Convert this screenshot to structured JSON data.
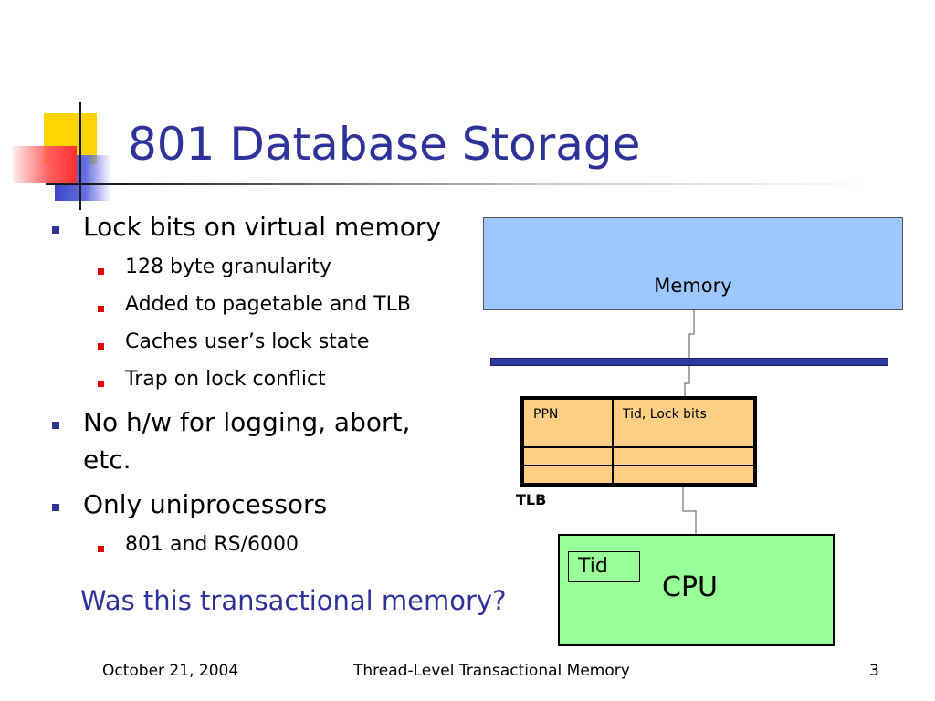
{
  "slide": {
    "title": "801 Database Storage",
    "bullets": [
      {
        "text": "Lock bits on virtual memory",
        "subs": [
          "128 byte granularity",
          "Added to pagetable and TLB",
          "Caches user’s lock state",
          "Trap on lock conflict"
        ]
      },
      {
        "text_lines": [
          "No h/w for logging, abort,",
          "etc."
        ]
      },
      {
        "text": "Only uniprocessors",
        "subs": [
          "801 and RS/6000"
        ]
      }
    ],
    "question": "Was this transactional memory?"
  },
  "diagram": {
    "memory_label": "Memory",
    "tlb_label": "TLB",
    "tlb_headers": [
      "PPN",
      "Tid, Lock bits"
    ],
    "tid_label": "Tid",
    "cpu_label": "CPU",
    "colors": {
      "memory": "#9dc8ff",
      "bus": "#2f3aa0",
      "tlb": "#ffcf86",
      "cpu": "#99ff99"
    }
  },
  "footer": {
    "date": "October 21, 2004",
    "center": "Thread-Level Transactional Memory",
    "page": "3"
  }
}
